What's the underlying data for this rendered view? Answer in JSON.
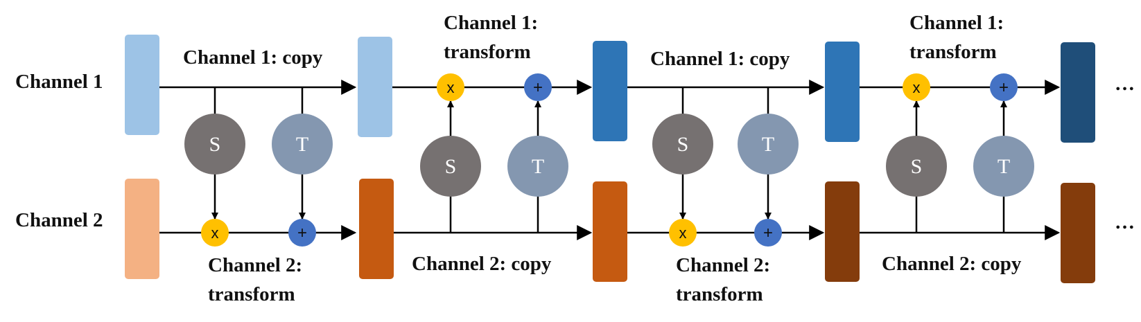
{
  "rows": {
    "channel1": "Channel 1",
    "channel2": "Channel 2"
  },
  "ellipsis": "…",
  "operators": {
    "scale": "S",
    "translate": "T",
    "multiply": "x",
    "add": "+"
  },
  "blocks": [
    {
      "top_label_lines": [
        "Channel 1: copy"
      ],
      "bottom_label_lines": [
        "Channel 2:",
        "transform"
      ],
      "transformed_channel": 2
    },
    {
      "top_label_lines": [
        "Channel 1:",
        "transform"
      ],
      "bottom_label_lines": [
        "Channel 2: copy"
      ],
      "transformed_channel": 1
    },
    {
      "top_label_lines": [
        "Channel 1: copy"
      ],
      "bottom_label_lines": [
        "Channel 2:",
        "transform"
      ],
      "transformed_channel": 2
    },
    {
      "top_label_lines": [
        "Channel 1:",
        "transform"
      ],
      "bottom_label_lines": [
        "Channel 2: copy"
      ],
      "transformed_channel": 1
    }
  ],
  "colors": {
    "channel1_states": [
      "#9dc3e6",
      "#9dc3e6",
      "#2e75b6",
      "#2e75b6",
      "#1f4e79"
    ],
    "channel2_states": [
      "#f4b183",
      "#c55a11",
      "#c55a11",
      "#843c0c",
      "#843c0c"
    ],
    "s_circle": "#767171",
    "t_circle": "#8497b0",
    "multiply_node": "#ffc000",
    "add_node": "#4472c4"
  }
}
